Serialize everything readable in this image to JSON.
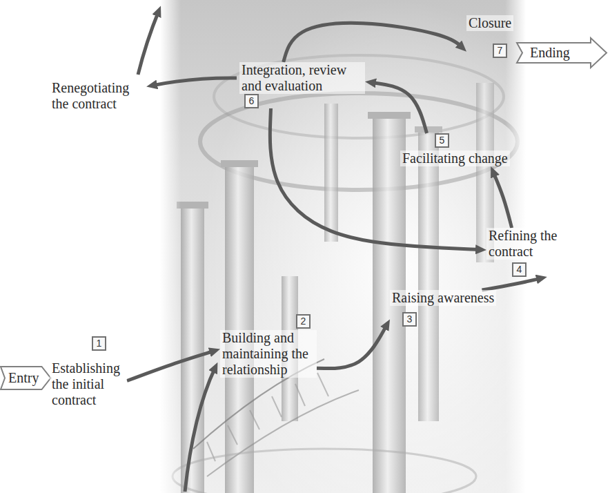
{
  "diagram": {
    "nodes": [
      {
        "text": [
          "Entry"
        ]
      },
      {
        "text": [
          "1",
          "Establishing the initial contract"
        ]
      },
      {
        "text": [
          "2",
          "Building and maintaining the relationship"
        ]
      },
      {
        "text": [
          "3",
          "Raising awareness"
        ]
      },
      {
        "text": [
          "4",
          "Refining the contract"
        ]
      },
      {
        "text": [
          "5",
          "Facilitating change"
        ]
      },
      {
        "text": [
          "6",
          "Integration, review and evaluation"
        ]
      },
      {
        "text": [
          "Closure",
          "7"
        ]
      },
      {
        "text": [
          "Ending"
        ]
      }
    ],
    "edges": [
      {
        "from": 1,
        "to": 2,
        "arrow": "to"
      },
      {
        "from": 2,
        "to": 3,
        "arrow": "to"
      },
      {
        "from": 3,
        "to": 4,
        "arrow": "to"
      },
      {
        "from": 4,
        "to": 5,
        "arrow": "to"
      },
      {
        "from": 5,
        "to": 6,
        "arrow": "to"
      },
      {
        "from": 6,
        "to": 4,
        "arrow": "to"
      },
      {
        "from": 6,
        "to": 7,
        "arrow": "to"
      }
    ],
    "labels": [
      "Renegotiating the contract"
    ]
  }
}
